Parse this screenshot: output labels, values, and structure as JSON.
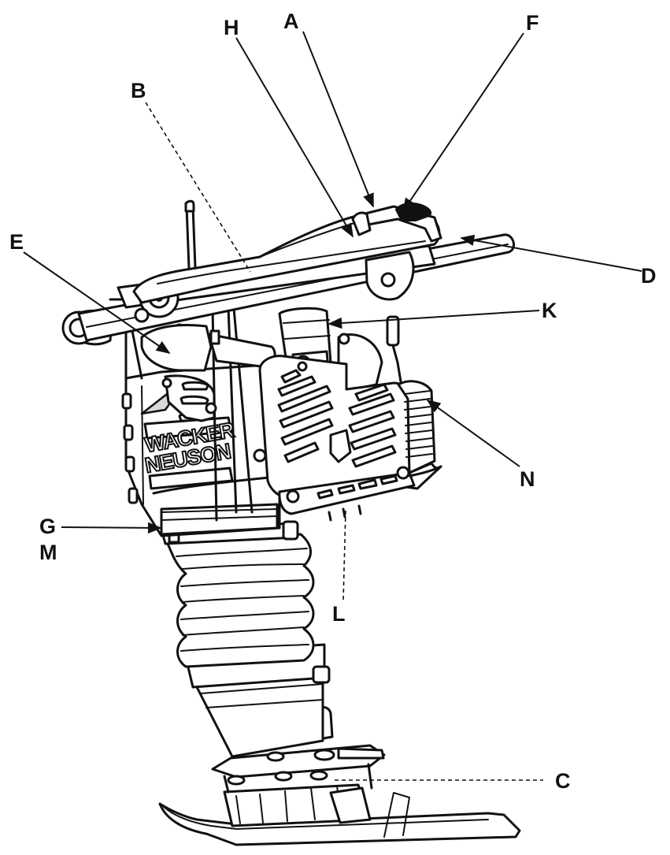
{
  "diagram": {
    "brand_line_1": "WACKER",
    "brand_line_2": "NEUSON",
    "callouts": [
      {
        "id": "A",
        "text": "A"
      },
      {
        "id": "B",
        "text": "B"
      },
      {
        "id": "C",
        "text": "C"
      },
      {
        "id": "D",
        "text": "D"
      },
      {
        "id": "E",
        "text": "E"
      },
      {
        "id": "F",
        "text": "F"
      },
      {
        "id": "G",
        "text": "G"
      },
      {
        "id": "H",
        "text": "H"
      },
      {
        "id": "K",
        "text": "K"
      },
      {
        "id": "L",
        "text": "L"
      },
      {
        "id": "M",
        "text": "M"
      },
      {
        "id": "N",
        "text": "N"
      }
    ]
  }
}
